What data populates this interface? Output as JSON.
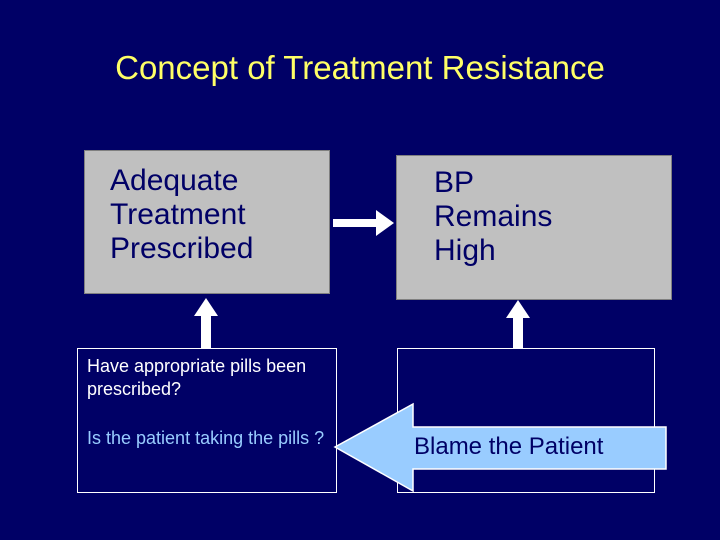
{
  "slide": {
    "title": "Concept of  Treatment Resistance"
  },
  "boxes": {
    "adequate_treatment": {
      "lines": [
        "Adequate",
        "Treatment",
        "Prescribed"
      ]
    },
    "bp_high": {
      "lines": [
        "BP",
        "Remains",
        "High"
      ]
    },
    "questions": {
      "q1": "Have appropriate pills been prescribed?",
      "q2": "Is the patient taking the pills ?"
    },
    "blame": {
      "label": "Blame the Patient"
    }
  },
  "colors": {
    "background": "#000066",
    "title": "#ffff66",
    "box_fill": "#c0c0c0",
    "box_text": "#000066",
    "question_text": "#ffffff",
    "question_highlight": "#99ccff",
    "callout_fill": "#99ccff",
    "arrow": "#ffffff"
  }
}
